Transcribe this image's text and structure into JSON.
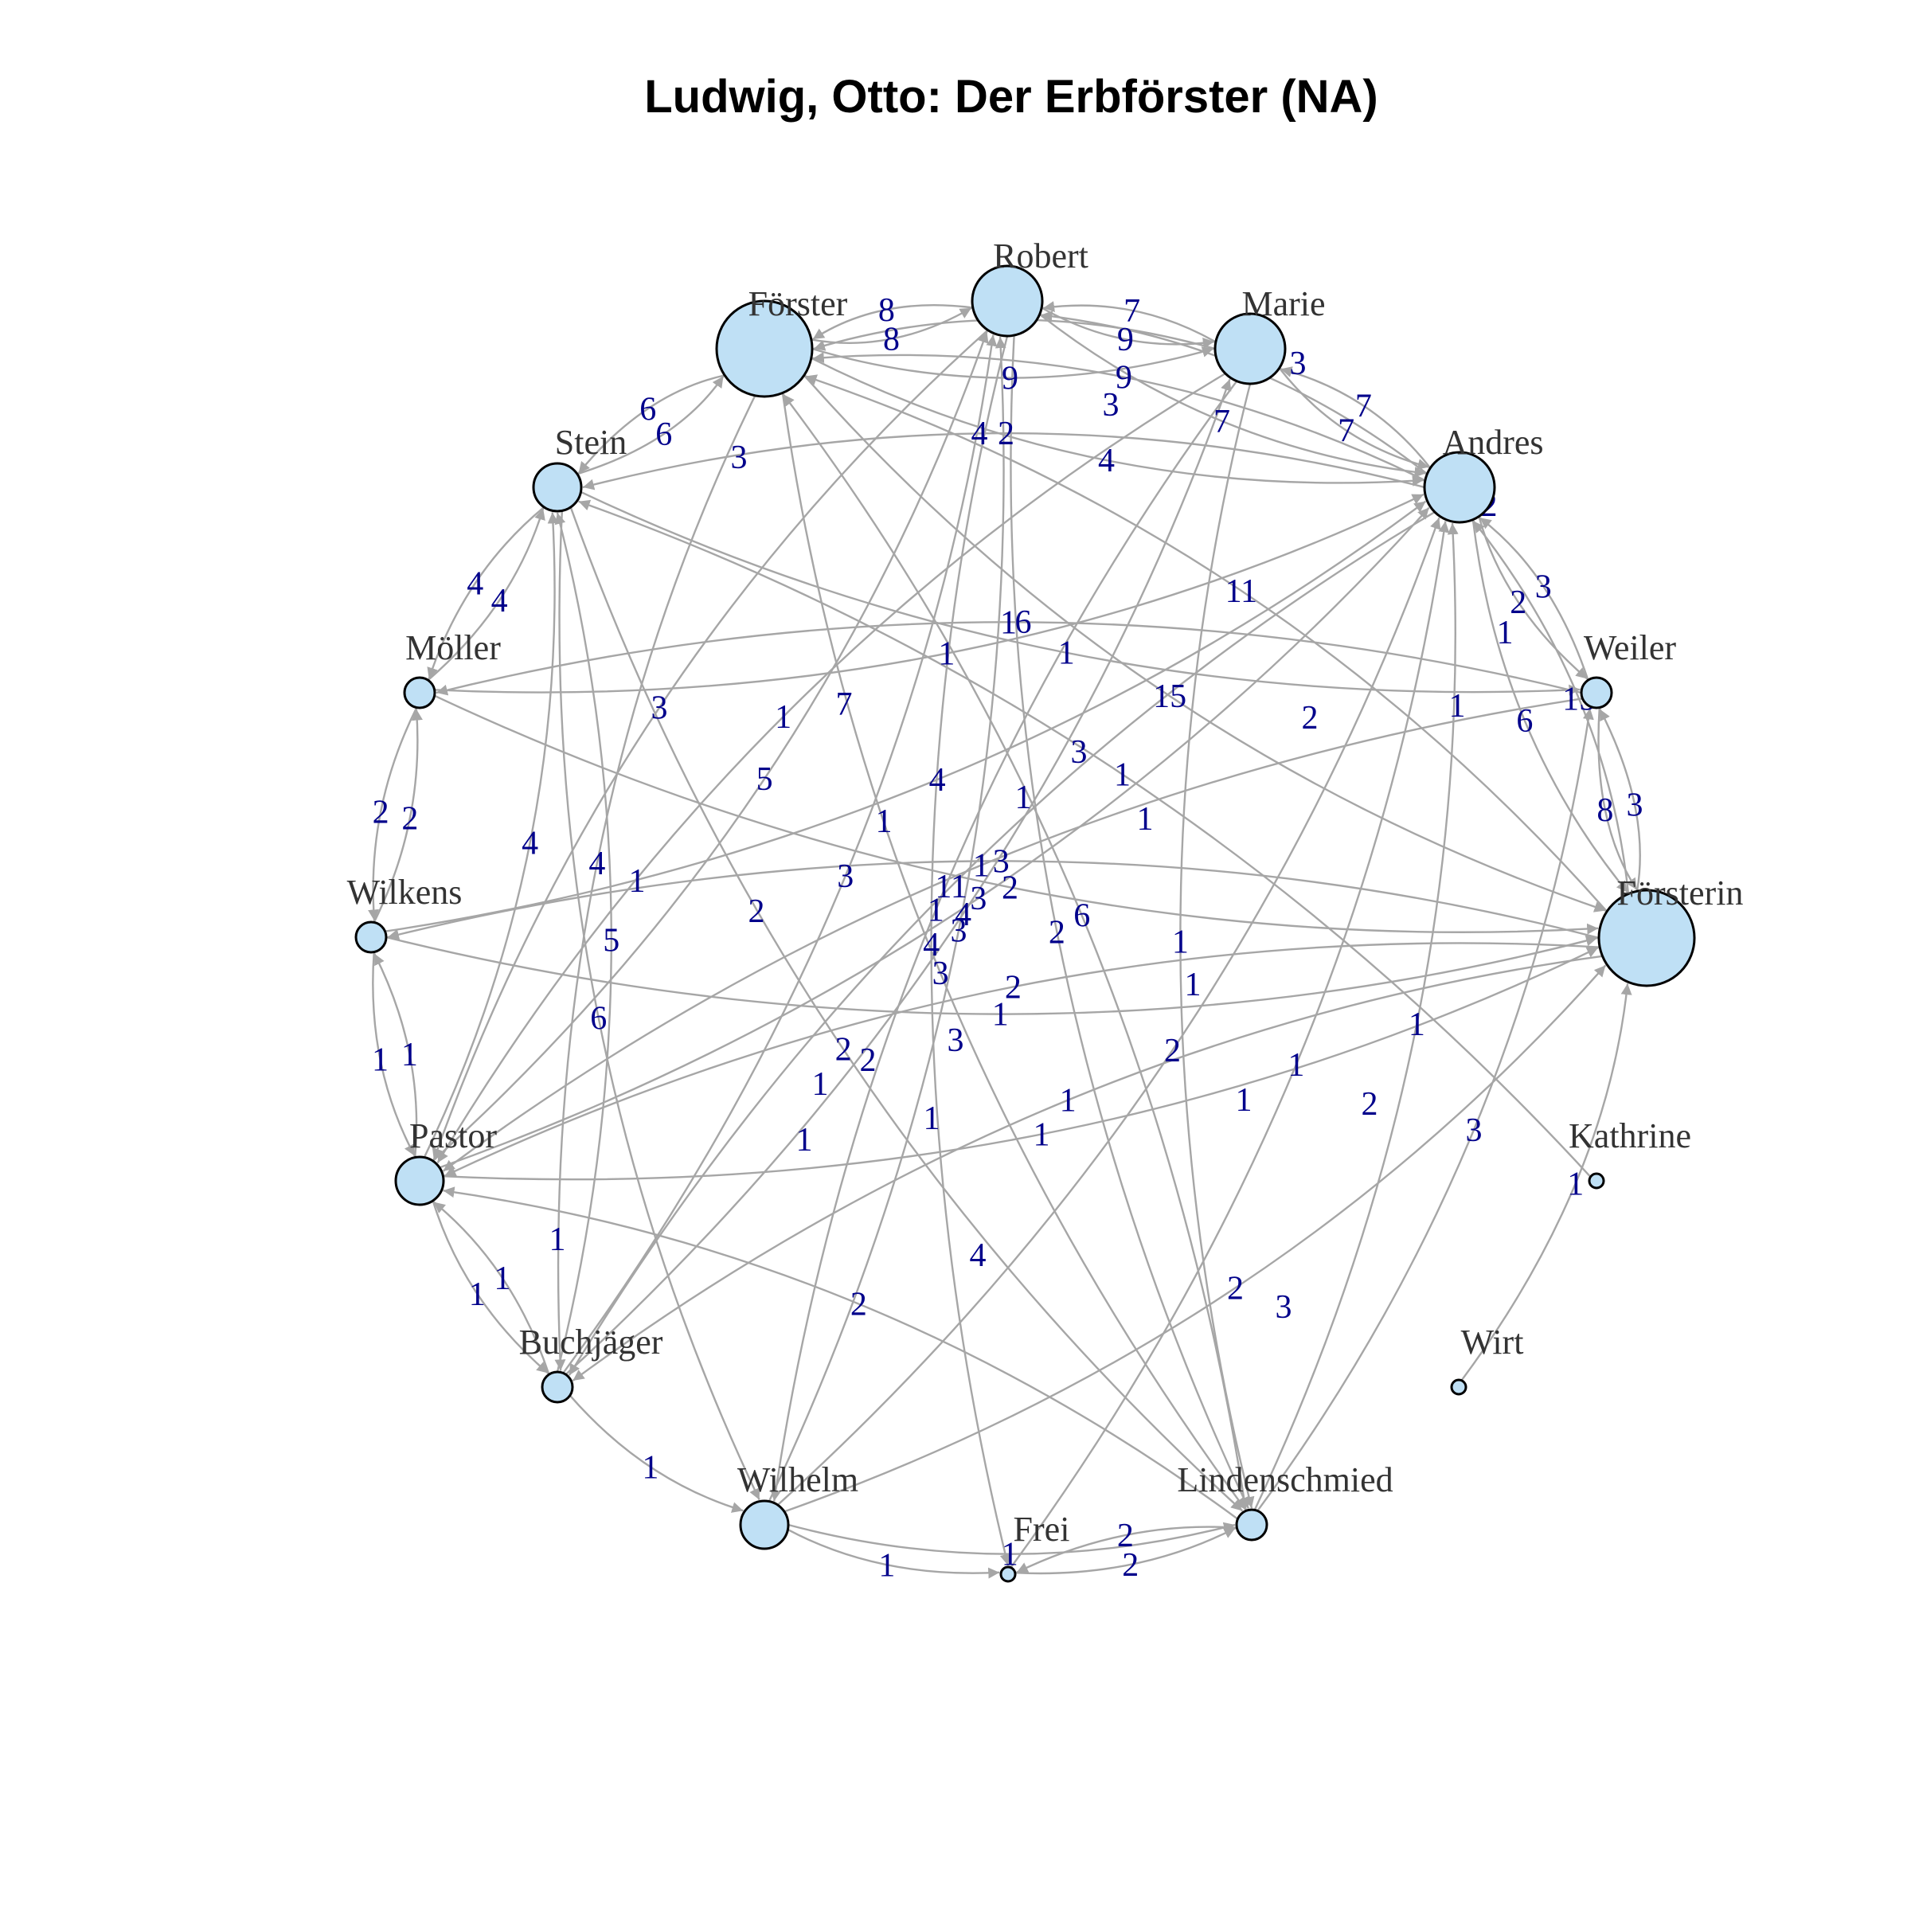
{
  "title": "Ludwig, Otto: Der Erbförster (NA)",
  "colors": {
    "node_fill": "#bfe0f5",
    "edge": "#a6a6a6",
    "edge_label": "#00008b",
    "node_label": "#333333"
  },
  "nodes": [
    {
      "id": "Robert",
      "label": "Robert",
      "size": "large"
    },
    {
      "id": "Marie",
      "label": "Marie",
      "size": "large"
    },
    {
      "id": "Andres",
      "label": "Andres",
      "size": "large"
    },
    {
      "id": "Weiler",
      "label": "Weiler",
      "size": "small"
    },
    {
      "id": "Försterin",
      "label": "Försterin",
      "size": "xlarge"
    },
    {
      "id": "Kathrine",
      "label": "Kathrine",
      "size": "tiny"
    },
    {
      "id": "Wirt",
      "label": "Wirt",
      "size": "tiny"
    },
    {
      "id": "Lindenschmied",
      "label": "Lindenschmied",
      "size": "small"
    },
    {
      "id": "Frei",
      "label": "Frei",
      "size": "tiny"
    },
    {
      "id": "Wilhelm",
      "label": "Wilhelm",
      "size": "medium"
    },
    {
      "id": "Buchjäger",
      "label": "Buchjäger",
      "size": "small"
    },
    {
      "id": "Pastor",
      "label": "Pastor",
      "size": "medium"
    },
    {
      "id": "Wilkens",
      "label": "Wilkens",
      "size": "small"
    },
    {
      "id": "Möller",
      "label": "Möller",
      "size": "small"
    },
    {
      "id": "Stein",
      "label": "Stein",
      "size": "medium"
    },
    {
      "id": "Förster",
      "label": "Förster",
      "size": "xlarge"
    }
  ],
  "edges": [
    {
      "from": "Förster",
      "to": "Robert",
      "weight": "8"
    },
    {
      "from": "Robert",
      "to": "Förster",
      "weight": "8"
    },
    {
      "from": "Robert",
      "to": "Marie",
      "weight": "9"
    },
    {
      "from": "Marie",
      "to": "Robert",
      "weight": "7"
    },
    {
      "from": "Robert",
      "to": "Andres",
      "weight": "7"
    },
    {
      "from": "Marie",
      "to": "Andres",
      "weight": "7"
    },
    {
      "from": "Andres",
      "to": "Marie",
      "weight": "7"
    },
    {
      "from": "Andres",
      "to": "Robert",
      "weight": "7"
    },
    {
      "from": "Förster",
      "to": "Stein",
      "weight": "6"
    },
    {
      "from": "Stein",
      "to": "Förster",
      "weight": "6"
    },
    {
      "from": "Förster",
      "to": "Marie",
      "weight": "9"
    },
    {
      "from": "Marie",
      "to": "Förster",
      "weight": "3"
    },
    {
      "from": "Andres",
      "to": "Förster",
      "weight": "9"
    },
    {
      "from": "Förster",
      "to": "Andres",
      "weight": "4"
    },
    {
      "from": "Andres",
      "to": "Weiler",
      "weight": "2"
    },
    {
      "from": "Weiler",
      "to": "Andres",
      "weight": "3"
    },
    {
      "from": "Weiler",
      "to": "Försterin",
      "weight": "8"
    },
    {
      "from": "Försterin",
      "to": "Weiler",
      "weight": "3"
    },
    {
      "from": "Andres",
      "to": "Försterin",
      "weight": "6"
    },
    {
      "from": "Försterin",
      "to": "Andres",
      "weight": "15"
    },
    {
      "from": "Stein",
      "to": "Möller",
      "weight": "4"
    },
    {
      "from": "Möller",
      "to": "Stein",
      "weight": "4"
    },
    {
      "from": "Möller",
      "to": "Wilkens",
      "weight": "2"
    },
    {
      "from": "Wilkens",
      "to": "Möller",
      "weight": "2"
    },
    {
      "from": "Wilkens",
      "to": "Pastor",
      "weight": "1"
    },
    {
      "from": "Pastor",
      "to": "Wilkens",
      "weight": "1"
    },
    {
      "from": "Pastor",
      "to": "Buchjäger",
      "weight": "1"
    },
    {
      "from": "Buchjäger",
      "to": "Pastor",
      "weight": "1"
    },
    {
      "from": "Buchjäger",
      "to": "Wilhelm",
      "weight": "1"
    },
    {
      "from": "Wilhelm",
      "to": "Frei",
      "weight": "1"
    },
    {
      "from": "Lindenschmied",
      "to": "Frei",
      "weight": "2"
    },
    {
      "from": "Frei",
      "to": "Lindenschmied",
      "weight": "2"
    },
    {
      "from": "Wirt",
      "to": "Försterin",
      "weight": "1"
    },
    {
      "from": "Kathrine",
      "to": "Stein",
      "weight": "1"
    },
    {
      "from": "Pastor",
      "to": "Försterin",
      "weight": "1"
    },
    {
      "from": "Försterin",
      "to": "Pastor",
      "weight": "2"
    },
    {
      "from": "Lindenschmied",
      "to": "Andres",
      "weight": "1"
    },
    {
      "from": "Lindenschmied",
      "to": "Förster",
      "weight": "6"
    },
    {
      "from": "Wilhelm",
      "to": "Robert",
      "weight": "3"
    },
    {
      "from": "Wilhelm",
      "to": "Andres",
      "weight": "2"
    },
    {
      "from": "Buchjäger",
      "to": "Robert",
      "weight": "3"
    },
    {
      "from": "Buchjäger",
      "to": "Marie",
      "weight": "4"
    },
    {
      "from": "Pastor",
      "to": "Robert",
      "weight": "5"
    },
    {
      "from": "Pastor",
      "to": "Andres",
      "weight": "3"
    },
    {
      "from": "Möller",
      "to": "Försterin",
      "weight": "2"
    },
    {
      "from": "Wilkens",
      "to": "Försterin",
      "weight": "1"
    },
    {
      "from": "Stein",
      "to": "Weiler",
      "weight": "1"
    },
    {
      "from": "Stein",
      "to": "Lindenschmied",
      "weight": "2"
    },
    {
      "from": "Förster",
      "to": "Lindenschmied",
      "weight": "3"
    },
    {
      "from": "Förster",
      "to": "Buchjäger",
      "weight": "4"
    },
    {
      "from": "Robert",
      "to": "Pastor",
      "weight": "3"
    },
    {
      "from": "Marie",
      "to": "Pastor",
      "weight": "1"
    },
    {
      "from": "Andres",
      "to": "Buchjäger",
      "weight": "11"
    },
    {
      "from": "Försterin",
      "to": "Buchjäger",
      "weight": "1"
    },
    {
      "from": "Weiler",
      "to": "Möller",
      "weight": "1"
    },
    {
      "from": "Andres",
      "to": "Stein",
      "weight": "2"
    },
    {
      "from": "Robert",
      "to": "Frei",
      "weight": "4"
    },
    {
      "from": "Marie",
      "to": "Wilhelm",
      "weight": "1"
    },
    {
      "from": "Wilhelm",
      "to": "Lindenschmied",
      "weight": "1"
    },
    {
      "from": "Lindenschmied",
      "to": "Pastor",
      "weight": "2"
    },
    {
      "from": "Lindenschmied",
      "to": "Weiler",
      "weight": "3"
    },
    {
      "from": "Försterin",
      "to": "Wilkens",
      "weight": "3"
    },
    {
      "from": "Förster",
      "to": "Försterin",
      "weight": "15"
    },
    {
      "from": "Försterin",
      "to": "Förster",
      "weight": "11"
    },
    {
      "from": "Möller",
      "to": "Andres",
      "weight": "1"
    },
    {
      "from": "Wilkens",
      "to": "Andres",
      "weight": "4"
    },
    {
      "from": "Stein",
      "to": "Wilhelm",
      "weight": "6"
    },
    {
      "from": "Buchjäger",
      "to": "Stein",
      "weight": "5"
    },
    {
      "from": "Marie",
      "to": "Lindenschmied",
      "weight": "1"
    },
    {
      "from": "Frei",
      "to": "Andres",
      "weight": "1"
    },
    {
      "from": "Weiler",
      "to": "Pastor",
      "weight": "1"
    },
    {
      "from": "Pastor",
      "to": "Stein",
      "weight": "4"
    },
    {
      "from": "Wilhelm",
      "to": "Försterin",
      "weight": "2"
    },
    {
      "from": "Robert",
      "to": "Lindenschmied",
      "weight": "2"
    }
  ],
  "extra_labels": [
    "4",
    "1",
    "3",
    "4",
    "6",
    "3",
    "3",
    "2",
    "1",
    "7",
    "1",
    "2",
    "1",
    "1",
    "1",
    "2",
    "3",
    "4",
    "3",
    "1",
    "1",
    "1",
    "2",
    "1",
    "1",
    "1",
    "3",
    "2",
    "1"
  ]
}
